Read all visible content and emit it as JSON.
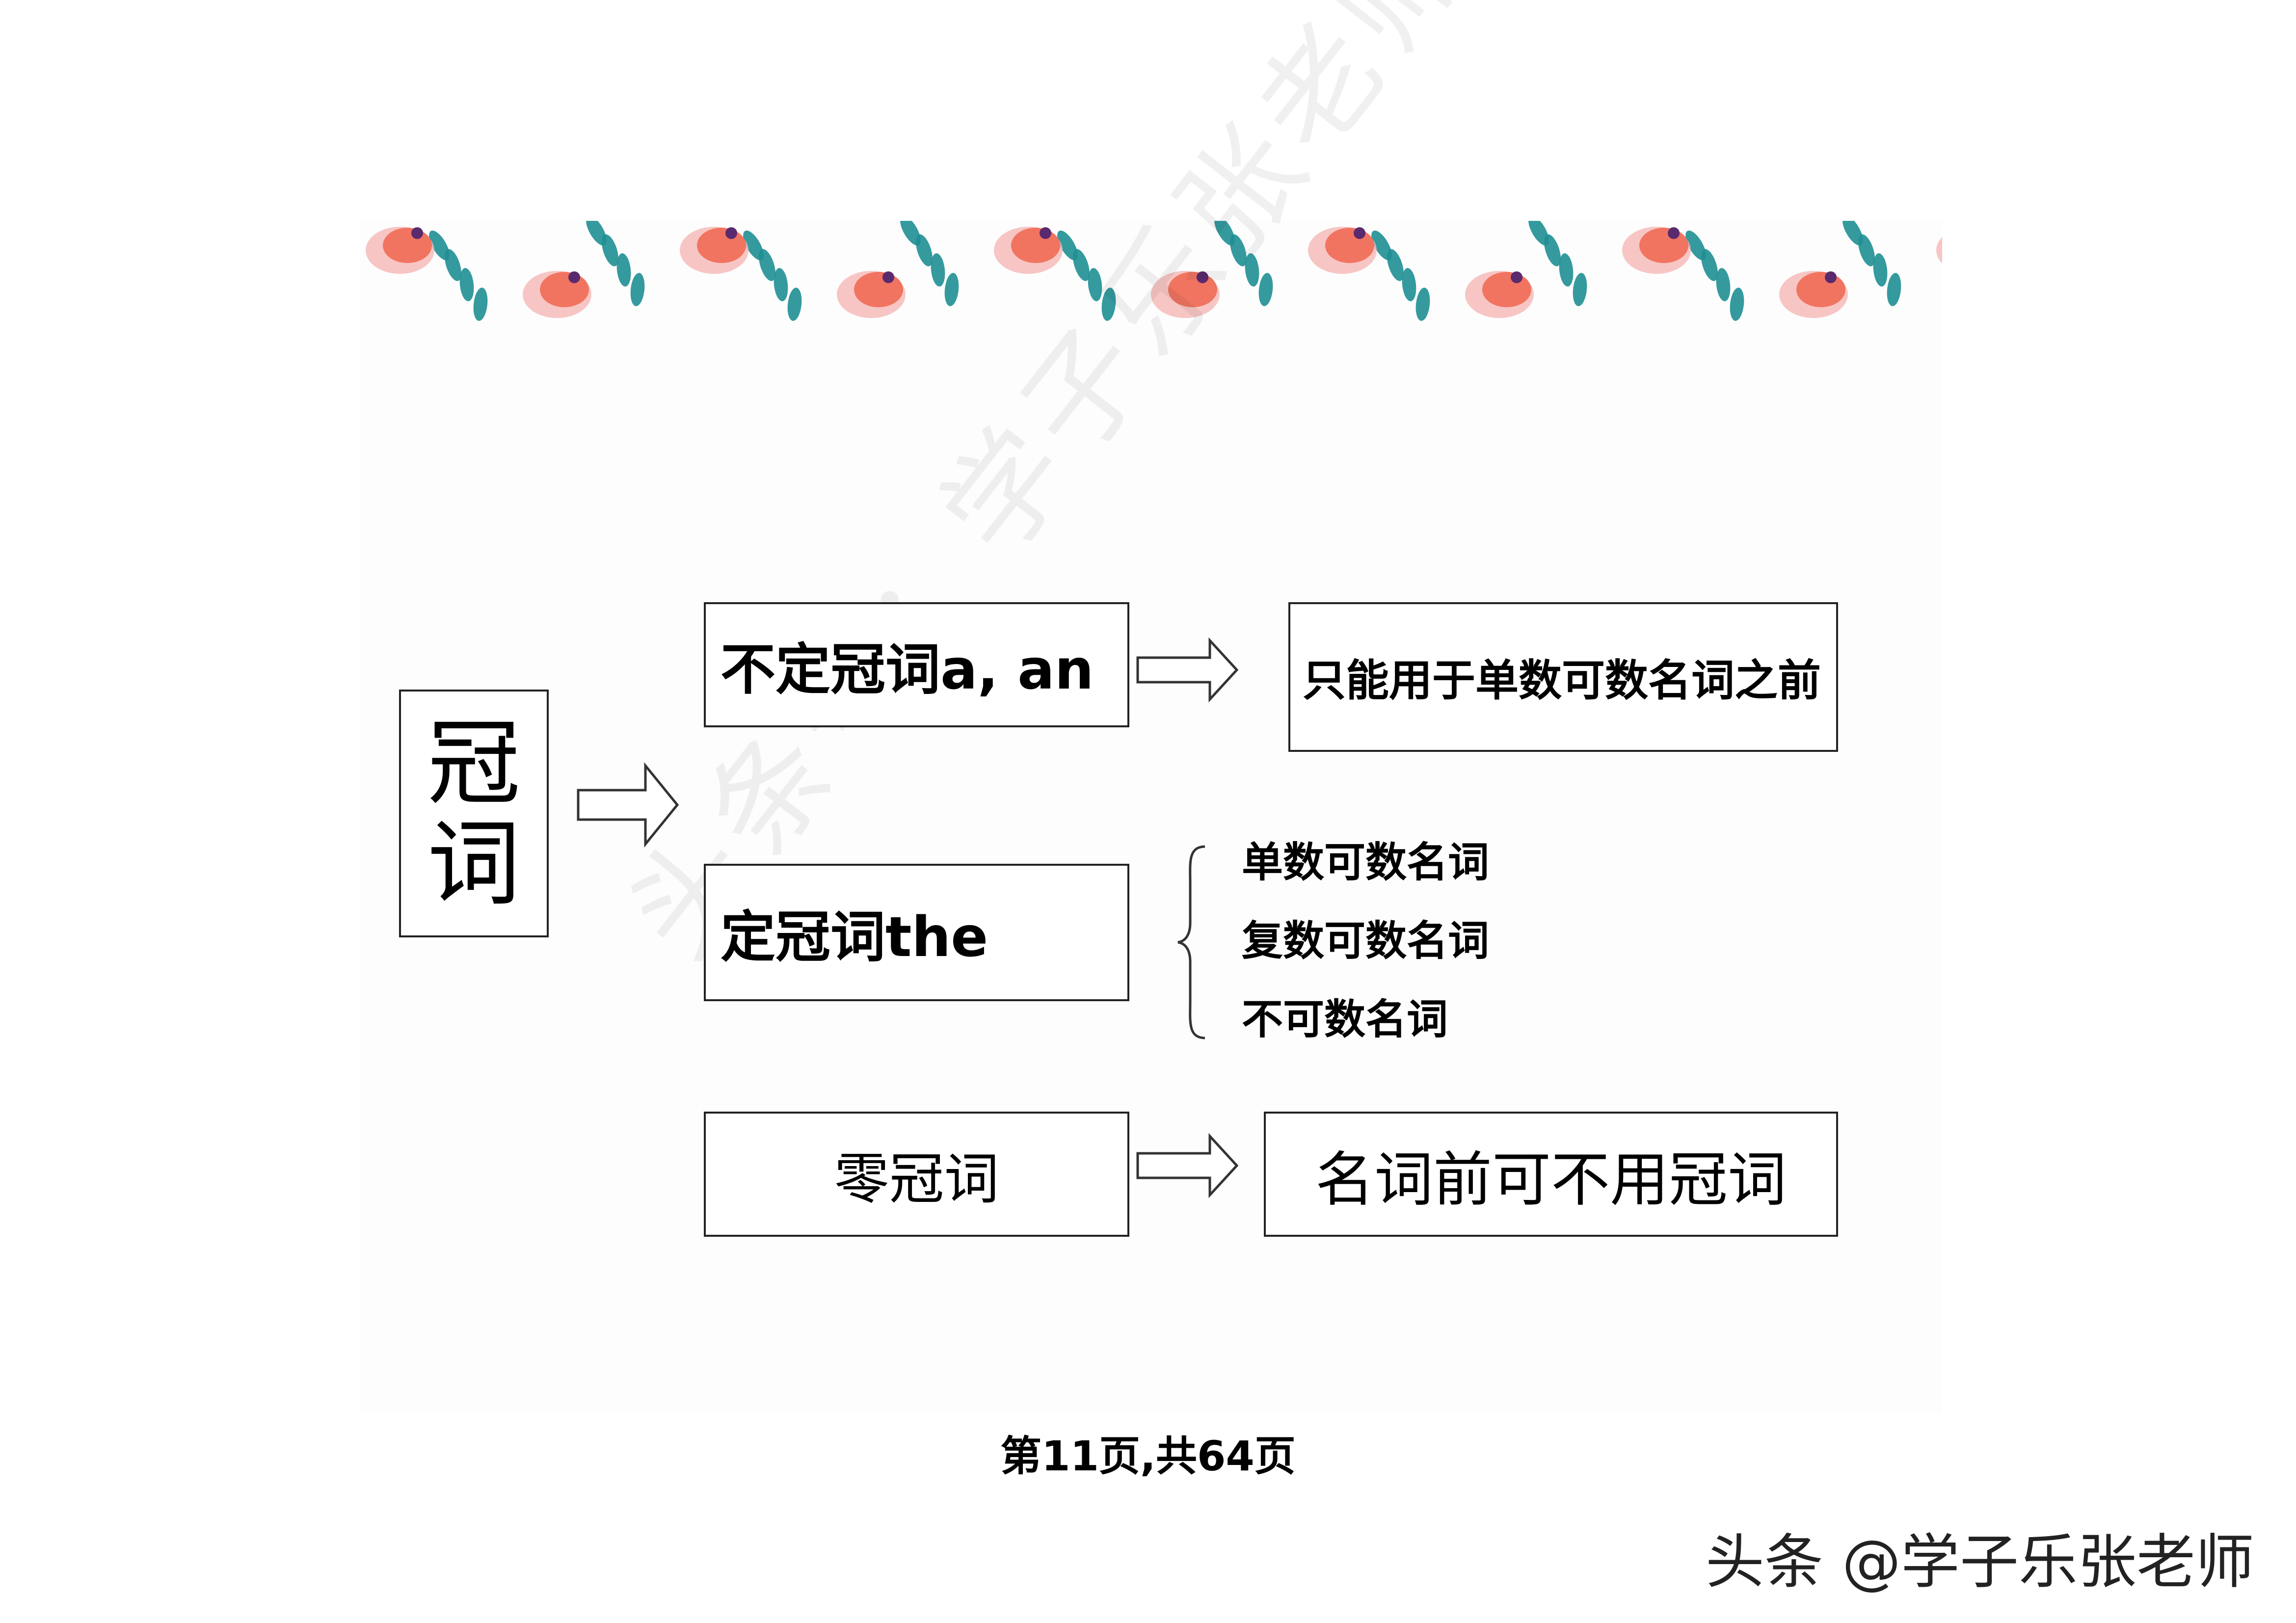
{
  "diagram": {
    "main_label": [
      "冠",
      "词"
    ],
    "indefinite": {
      "label": "不定冠词a, an",
      "desc": "只能用于单数可数名词之前"
    },
    "definite": {
      "label": "定冠词the",
      "items": [
        "单数可数名词",
        "复数可数名词",
        "不可数名词"
      ]
    },
    "zero": {
      "label": "零冠词",
      "desc": "名词前可不用冠词"
    }
  },
  "page_indicator": "第11页,共64页",
  "watermark": "头条号：学子乐张老师",
  "credit": "头条 @学子乐张老师",
  "colors": {
    "leaf_teal": "#1f8f94",
    "flower_coral": "#f06a55",
    "flower_pink": "#f5b8b5",
    "flower_center": "#5a2a6e"
  }
}
